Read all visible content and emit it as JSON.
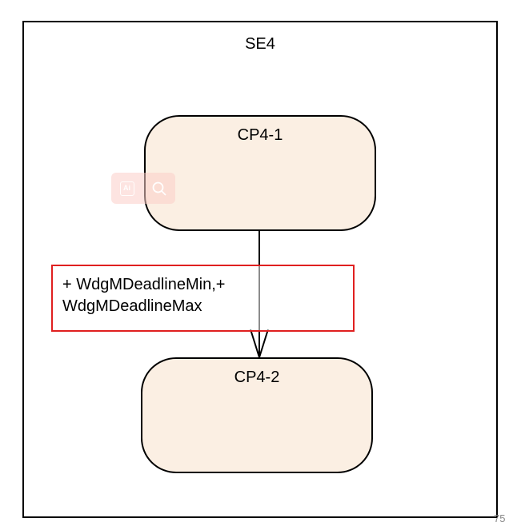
{
  "diagram": {
    "frame_title": "SE4",
    "states": [
      {
        "id": "cp41",
        "label": "CP4-1"
      },
      {
        "id": "cp42",
        "label": "CP4-2"
      }
    ],
    "transition": {
      "from": "CP4-1",
      "to": "CP4-2",
      "label_lines": [
        "+ WdgMDeadlineMin,+",
        "WdgMDeadlineMax"
      ]
    }
  },
  "overlay": {
    "ai_icon_text": "Ai",
    "icons": [
      "ai-icon",
      "search-icon"
    ]
  },
  "corner_text": "75",
  "colors": {
    "state_fill": "#fbefe3",
    "highlight_border": "#e02020",
    "line": "#000000"
  }
}
